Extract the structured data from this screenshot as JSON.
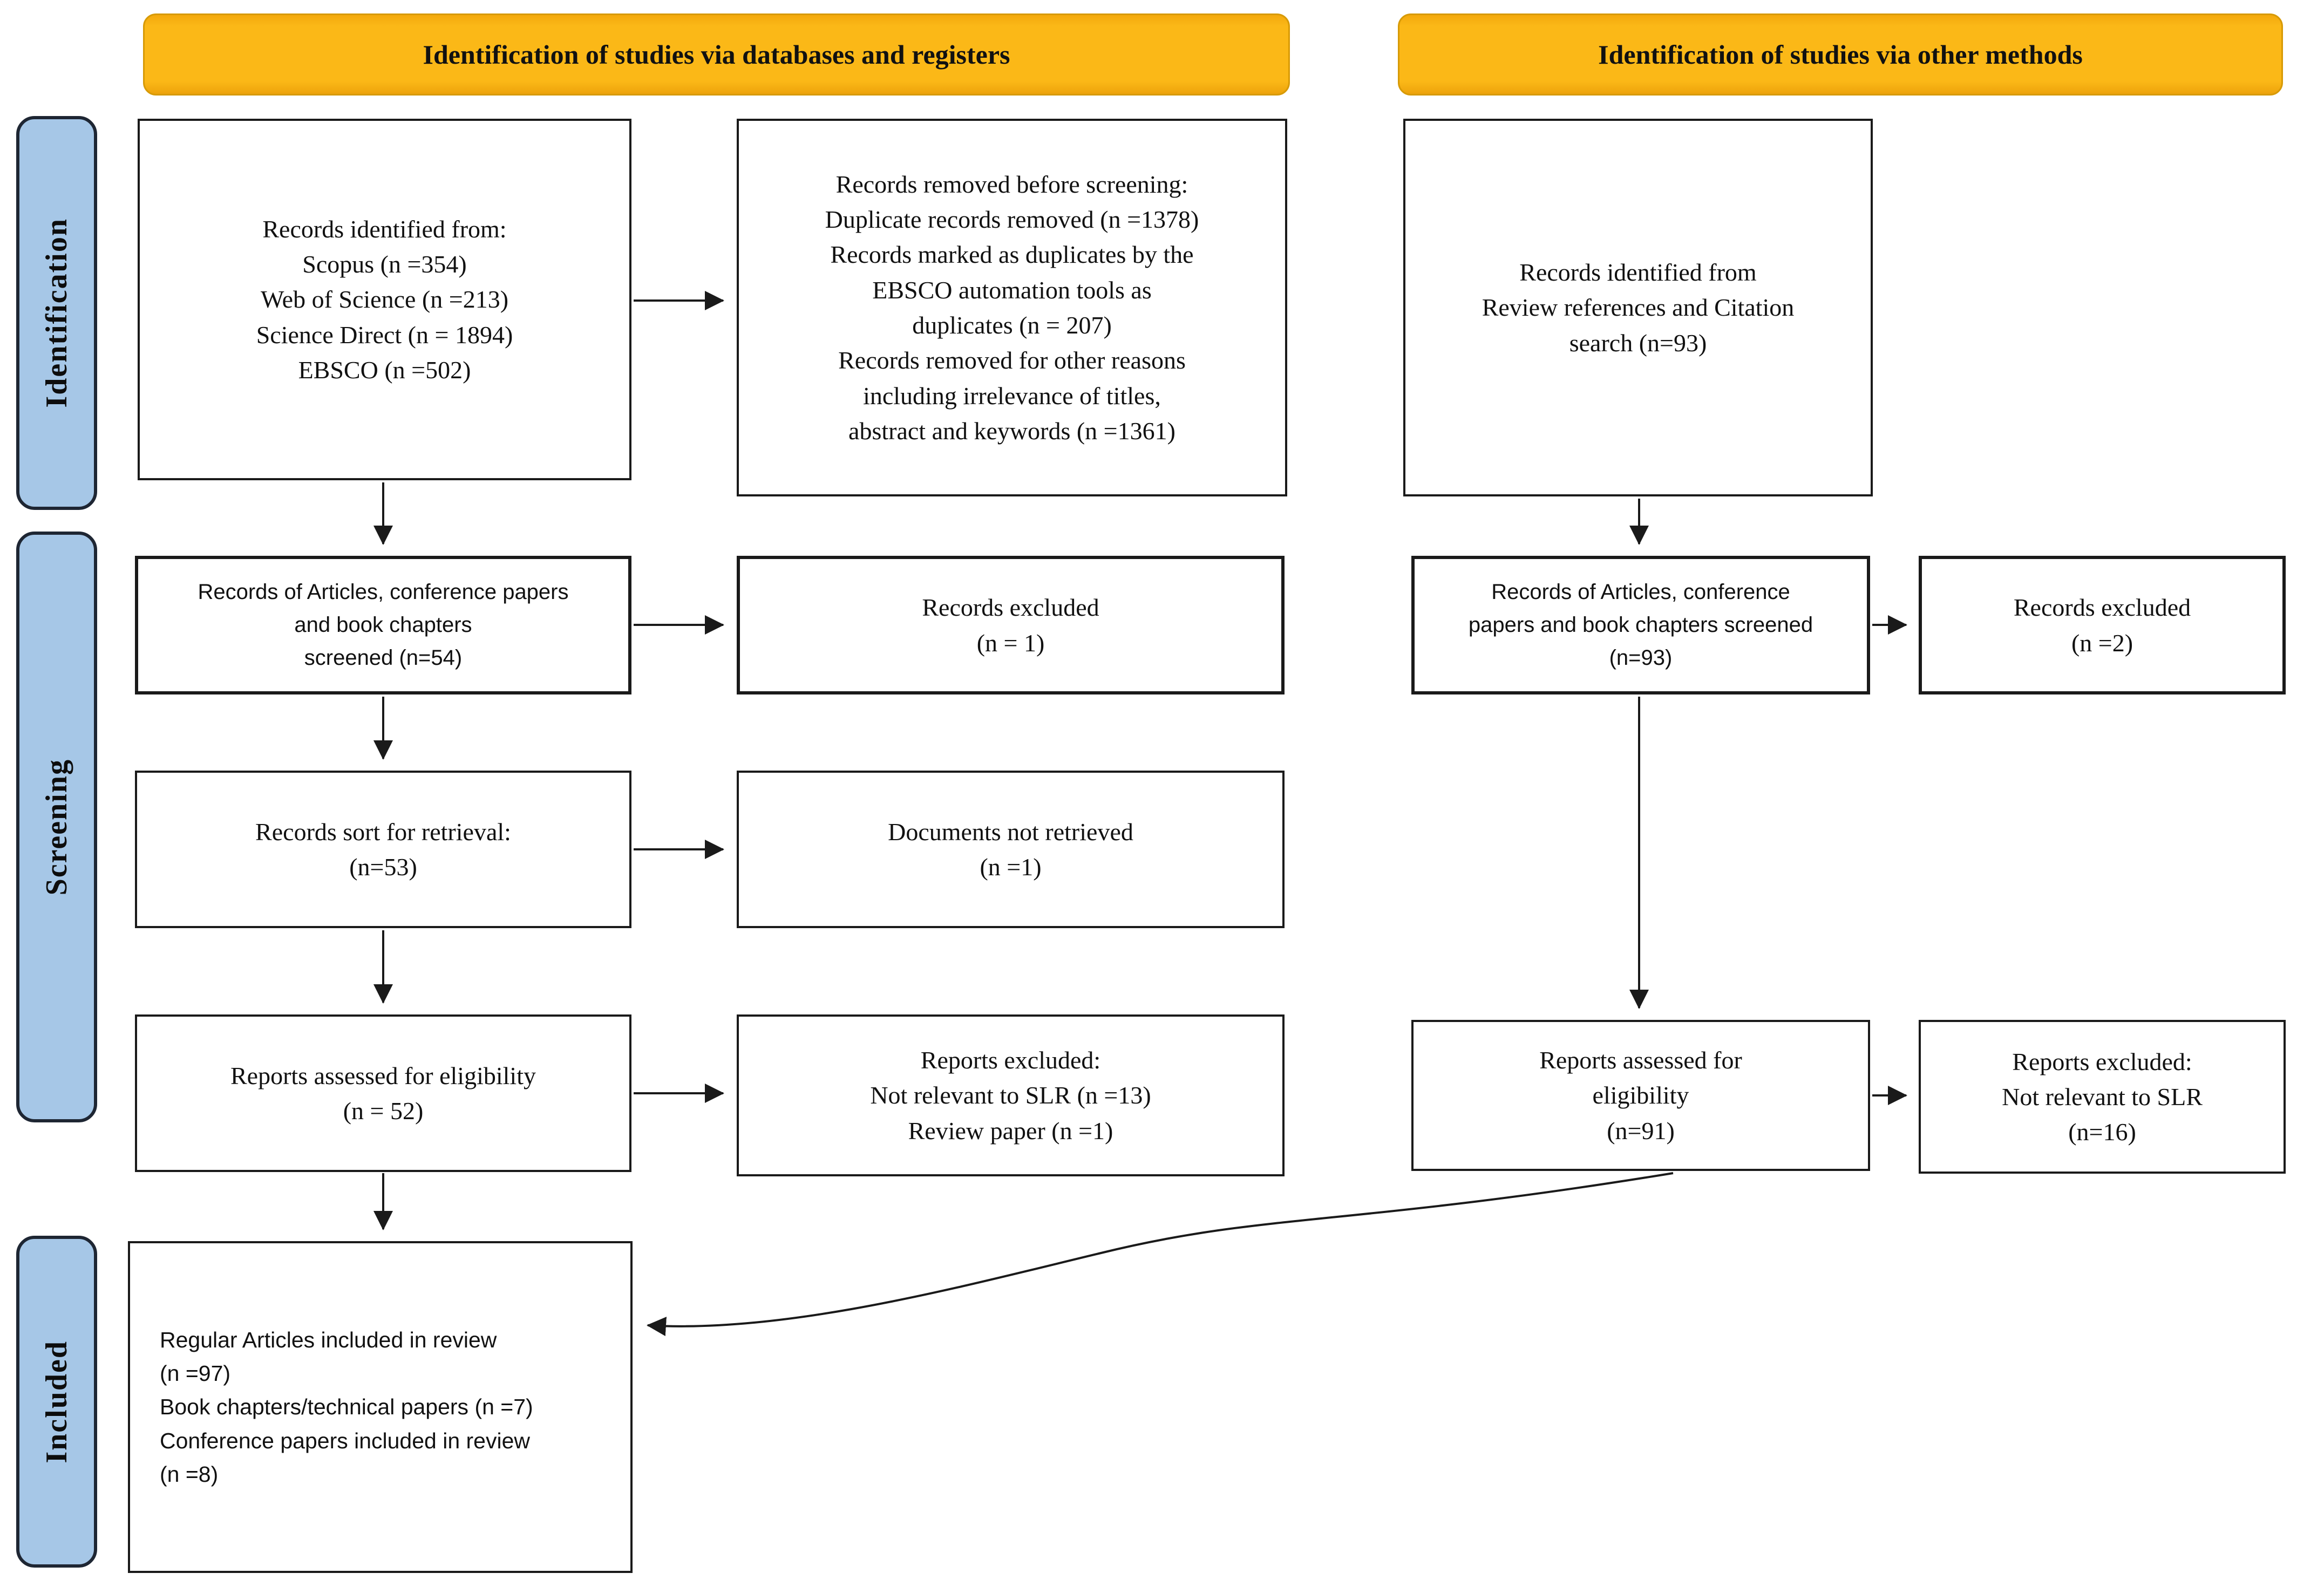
{
  "headers": {
    "left": "Identification of studies via databases and registers",
    "right": "Identification of studies via other methods"
  },
  "sidebar": {
    "identification": "Identification",
    "screening": "Screening",
    "included": "Included"
  },
  "boxes": {
    "db_identified": "Records identified from:\nScopus (n =354)\nWeb of Science (n =213)\nScience Direct (n = 1894)\nEBSCO (n =502)",
    "db_removed": "Records removed before screening:\nDuplicate records removed (n =1378)\nRecords marked as duplicates by the\nEBSCO automation tools as\nduplicates (n = 207)\nRecords removed for other reasons\nincluding irrelevance of titles,\nabstract and keywords (n =1361)",
    "db_screened": "Records of Articles, conference papers\nand book chapters\nscreened (n=54)",
    "db_excluded": "Records excluded\n(n = 1)",
    "db_retrieval": "Records sort for retrieval:\n(n=53)",
    "db_not_retrieved": "Documents not retrieved\n(n =1)",
    "db_eligibility": "Reports assessed for eligibility\n(n = 52)",
    "db_reports_excluded": "Reports excluded:\nNot relevant to SLR (n =13)\nReview paper (n =1)",
    "other_identified": "Records identified from\nReview references and Citation\nsearch (n=93)",
    "other_screened": "Records of Articles, conference\npapers and book chapters screened\n(n=93)",
    "other_excluded": "Records excluded\n(n =2)",
    "other_eligibility": "Reports assessed for\neligibility\n(n=91)",
    "other_reports_excluded": "Reports excluded:\nNot relevant to SLR\n(n=16)",
    "included": "Regular Articles included in review\n(n =97)\nBook chapters/technical papers (n =7)\nConference papers included in review\n(n =8)"
  },
  "colors": {
    "header_bg": "#FBB817",
    "header_border": "#D79A06",
    "sidebar_bg": "#A6C7E7",
    "sidebar_border": "#1E2633",
    "box_border": "#1A1A1A",
    "arrow_color": "#1A1A1A"
  }
}
